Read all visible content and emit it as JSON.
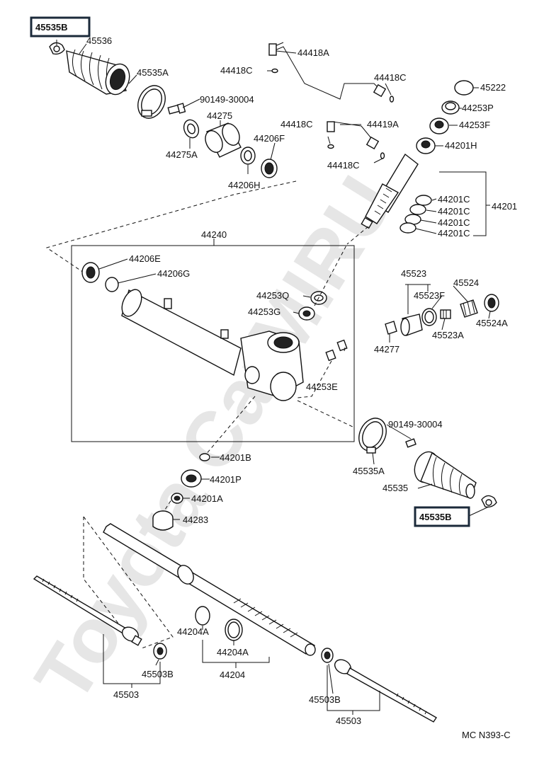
{
  "watermark": "Toyota CarMIRU",
  "footer_code": "MC N393-C",
  "highlight_color": "#1b2a3a",
  "callouts": {
    "c45535B_top": "45535B",
    "c45536": "45536",
    "c45535A_top": "45535A",
    "c90149_top": "90149-30004",
    "c44275": "44275",
    "c44275A": "44275A",
    "c44206F": "44206F",
    "c44206H": "44206H",
    "c44418A": "44418A",
    "c44418C_a": "44418C",
    "c44418C_b": "44418C",
    "c44418C_c": "44418C",
    "c44418C_d": "44418C",
    "c44419A": "44419A",
    "c45222": "45222",
    "c44253P": "44253P",
    "c44253F": "44253F",
    "c44201H": "44201H",
    "c44201C_1": "44201C",
    "c44201C_2": "44201C",
    "c44201C_3": "44201C",
    "c44201C_4": "44201C",
    "c44201": "44201",
    "c44240": "44240",
    "c44206E": "44206E",
    "c44206G": "44206G",
    "c44253Q": "44253Q",
    "c44253G": "44253G",
    "c44253E": "44253E",
    "c45523": "45523",
    "c45523F": "45523F",
    "c45523A": "45523A",
    "c45524": "45524",
    "c45524A": "45524A",
    "c44277": "44277",
    "c90149_bot": "90149-30004",
    "c45535A_bot": "45535A",
    "c45535": "45535",
    "c45535B_bot": "45535B",
    "c44201B": "44201B",
    "c44201P": "44201P",
    "c44201A": "44201A",
    "c44283": "44283",
    "c44204A_1": "44204A",
    "c44204A_2": "44204A",
    "c44204": "44204",
    "c45503B_left": "45503B",
    "c45503_left": "45503",
    "c45503B_right": "45503B",
    "c45503_right": "45503"
  }
}
